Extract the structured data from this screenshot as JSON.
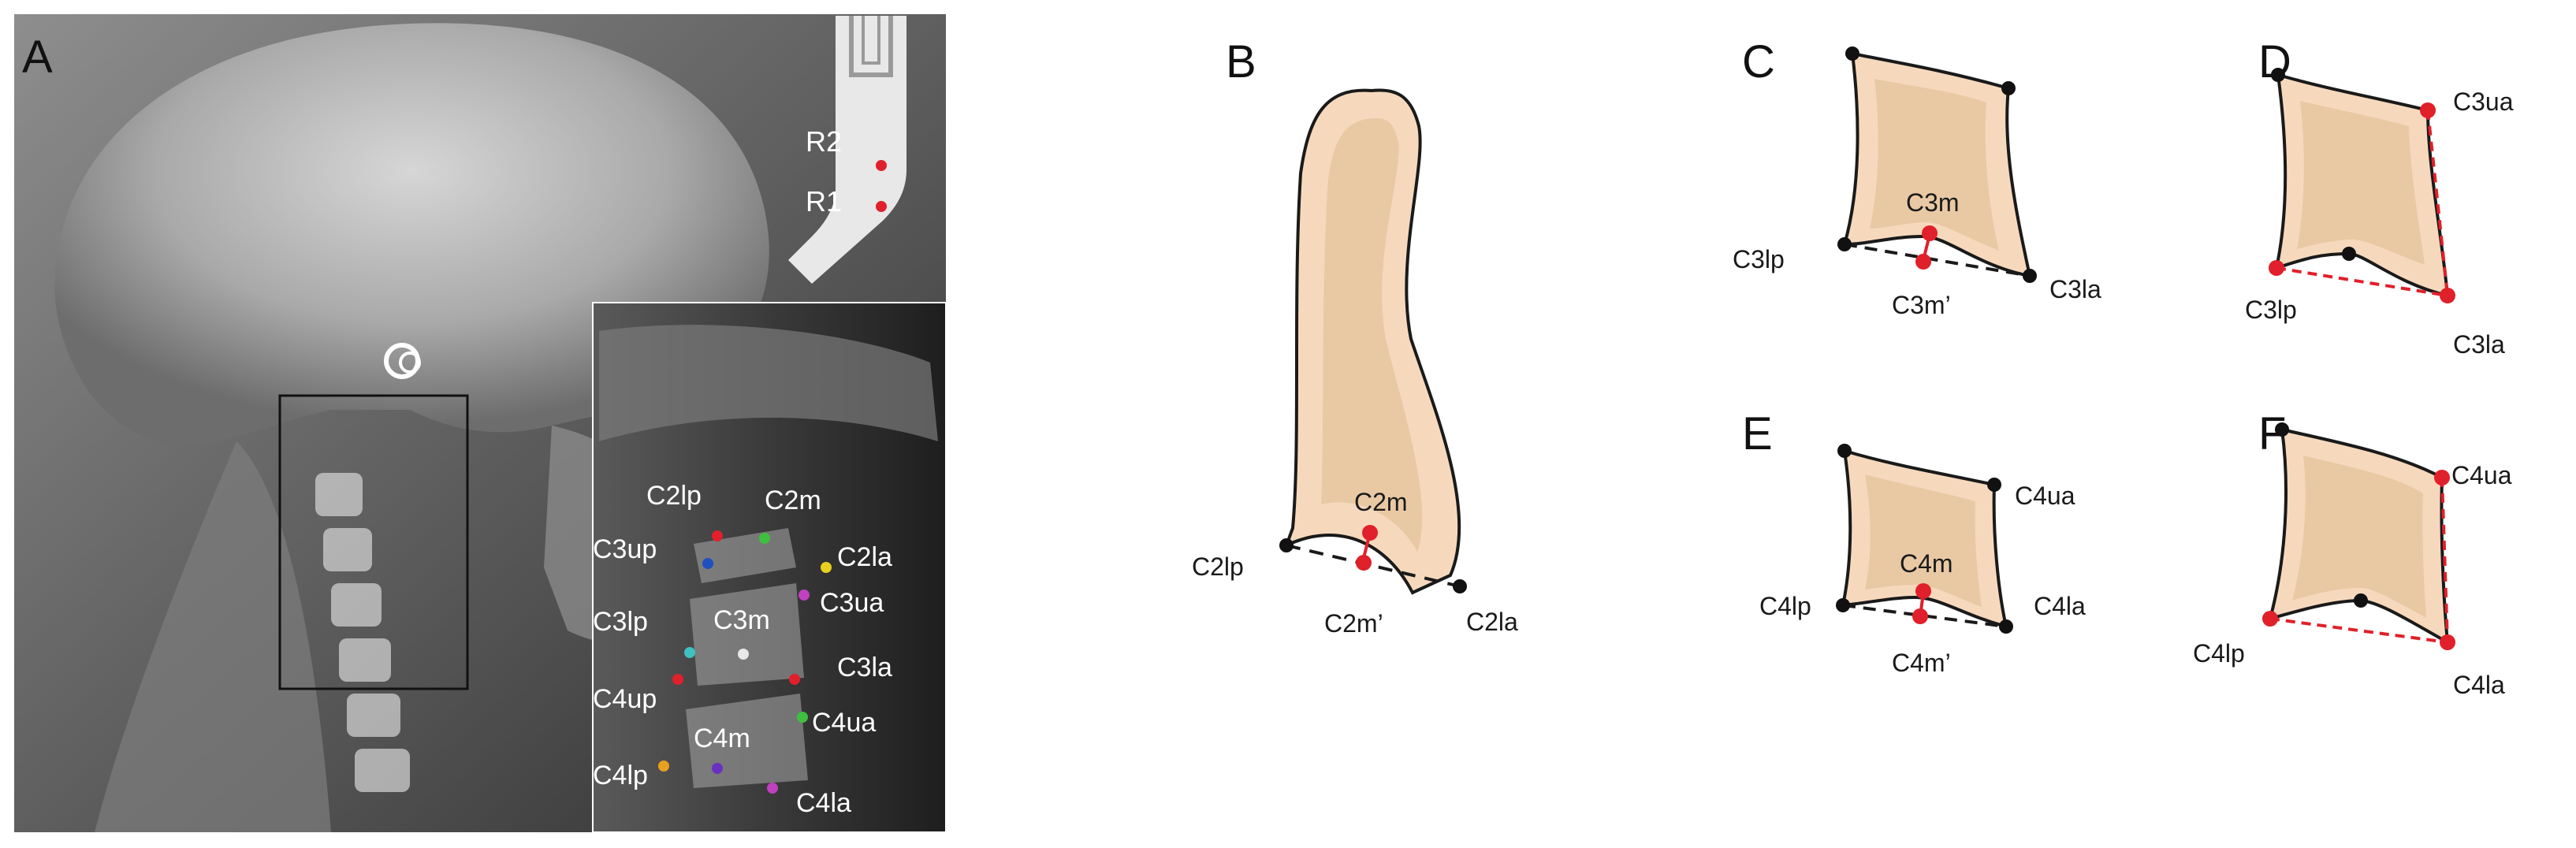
{
  "panels": {
    "a": "A",
    "b": "B",
    "c": "C",
    "d": "D",
    "e": "E",
    "f": "F"
  },
  "xray": {
    "r2": "R2",
    "r1": "R1",
    "inset_labels": {
      "c2lp": "C2lp",
      "c2m": "C2m",
      "c2la": "C2la",
      "c3up": "C3up",
      "c3ua": "C3ua",
      "c3lp": "C3lp",
      "c3m": "C3m",
      "c3la": "C3la",
      "c4up": "C4up",
      "c4ua": "C4ua",
      "c4m": "C4m",
      "c4lp": "C4lp",
      "c4la": "C4la"
    }
  },
  "panel_b": {
    "c2lp": "C2lp",
    "c2m": "C2m",
    "c2m_prime": "C2m’",
    "c2la": "C2la"
  },
  "panel_c": {
    "c3lp": "C3lp",
    "c3m": "C3m",
    "c3m_prime": "C3m’",
    "c3la": "C3la"
  },
  "panel_d": {
    "c3ua": "C3ua",
    "c3lp": "C3lp",
    "c3la": "C3la"
  },
  "panel_e": {
    "c4ua": "C4ua",
    "c4m": "C4m",
    "c4lp": "C4lp",
    "c4la": "C4la",
    "c4m_prime": "C4m’"
  },
  "panel_f": {
    "c4ua": "C4ua",
    "c4lp": "C4lp",
    "c4la": "C4la"
  },
  "colors": {
    "bone_outer": "#f6d9bd",
    "bone_inner": "#e9c9a4",
    "marker_red": "#e0202a",
    "marker_black": "#111111",
    "dash_red": "#e0202a"
  }
}
